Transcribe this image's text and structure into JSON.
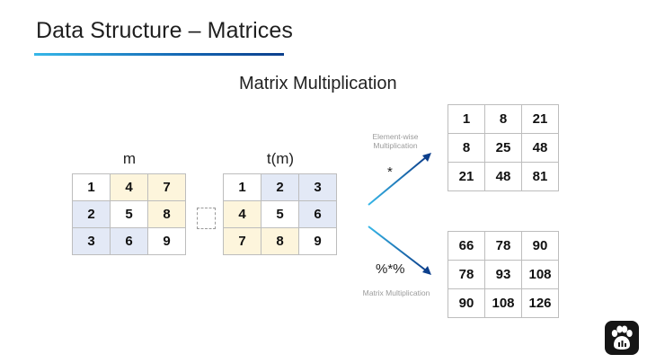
{
  "slide": {
    "title": "Data Structure – Matrices",
    "subtitle": "Matrix Multiplication"
  },
  "matrix_m": {
    "label": "m",
    "rows": [
      [
        "1",
        "4",
        "7"
      ],
      [
        "2",
        "5",
        "8"
      ],
      [
        "3",
        "6",
        "9"
      ]
    ]
  },
  "matrix_t": {
    "label": "t(m)",
    "rows": [
      [
        "1",
        "2",
        "3"
      ],
      [
        "4",
        "5",
        "6"
      ],
      [
        "7",
        "8",
        "9"
      ]
    ]
  },
  "elementwise": {
    "caption_line1": "Element-wise",
    "caption_line2": "Multiplication",
    "symbol": "*",
    "rows": [
      [
        "1",
        "8",
        "21"
      ],
      [
        "8",
        "25",
        "48"
      ],
      [
        "21",
        "48",
        "81"
      ]
    ]
  },
  "matmul": {
    "caption": "Matrix Multiplication",
    "symbol": "%*%",
    "rows": [
      [
        "66",
        "78",
        "90"
      ],
      [
        "78",
        "93",
        "108"
      ],
      [
        "90",
        "108",
        "126"
      ]
    ]
  },
  "colors": {
    "yellow_cell": "#fdf5dc",
    "blue_cell": "#e3e9f6",
    "arrow_start": "#36b7e8",
    "arrow_end": "#0c3f8c"
  },
  "icons": {
    "logo": "paw-chart-icon"
  }
}
